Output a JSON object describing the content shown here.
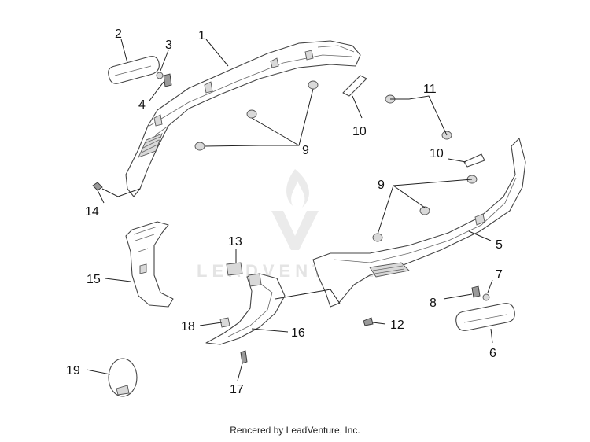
{
  "diagram": {
    "callouts": {
      "c1": "1",
      "c2": "2",
      "c3": "3",
      "c4": "4",
      "c5": "5",
      "c6": "6",
      "c7": "7",
      "c8": "8",
      "c9a": "9",
      "c9b": "9",
      "c10a": "10",
      "c10b": "10",
      "c11": "11",
      "c12": "12",
      "c13": "13",
      "c14": "14",
      "c15": "15",
      "c16": "16",
      "c17": "17",
      "c18": "18",
      "c19": "19"
    },
    "watermark": "LEADVENTURE"
  },
  "footer": {
    "credit": "Rencered by LeadVenture, Inc."
  }
}
